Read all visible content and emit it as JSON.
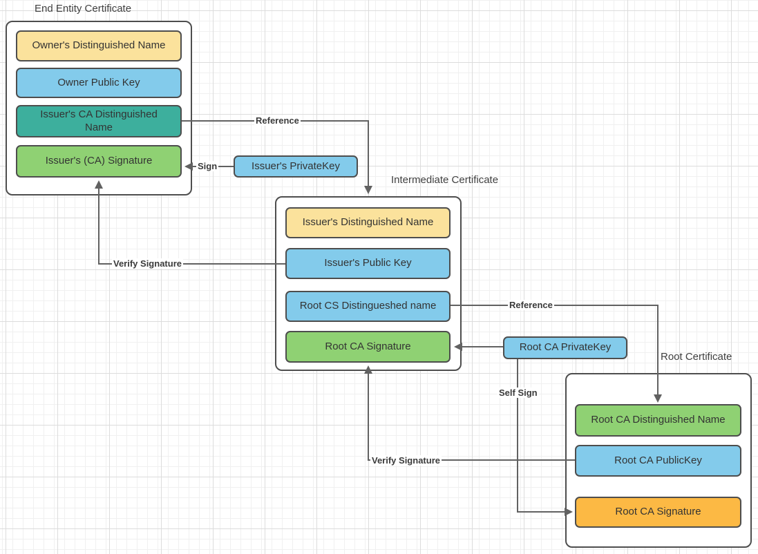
{
  "colors": {
    "yellow": "#FBE29C",
    "blue": "#83CBEB",
    "teal": "#3DAF9D",
    "green": "#8FD173",
    "orange": "#FCB944",
    "line": "#616161",
    "border": "#4D4D4D",
    "text": "#333333"
  },
  "groups": {
    "end_entity": {
      "title": "End Entity Certificate",
      "boxes": [
        {
          "label": "Owner's Distinguished Name",
          "color": "yellow"
        },
        {
          "label": "Owner Public  Key",
          "color": "blue"
        },
        {
          "label": "Issuer's CA Distinguished Name",
          "color": "teal"
        },
        {
          "label": "Issuer's (CA) Signature",
          "color": "green"
        }
      ]
    },
    "intermediate": {
      "title": "Intermediate Certificate",
      "boxes": [
        {
          "label": "Issuer's Distinguished Name",
          "color": "yellow"
        },
        {
          "label": "Issuer's Public  Key",
          "color": "blue"
        },
        {
          "label": "Root CS Distingueshed name",
          "color": "blue"
        },
        {
          "label": "Root CA Signature",
          "color": "green"
        }
      ]
    },
    "root": {
      "title": "Root Certificate",
      "boxes": [
        {
          "label": "Root CA Distinguished Name",
          "color": "green"
        },
        {
          "label": "Root CA PublicKey",
          "color": "blue"
        },
        {
          "label": "Root CA Signature",
          "color": "orange"
        }
      ]
    }
  },
  "keys": {
    "issuer_private_key": {
      "label": "Issuer's PrivateKey",
      "color": "blue"
    },
    "root_private_key": {
      "label": "Root CA PrivateKey",
      "color": "blue"
    }
  },
  "edge_labels": {
    "reference_top": "Reference",
    "sign": "Sign",
    "verify_signature_left": "Verify Signature",
    "reference_bottom": "Reference",
    "self_sign": "Self Sign",
    "verify_signature_bottom": "Verify Signature"
  }
}
